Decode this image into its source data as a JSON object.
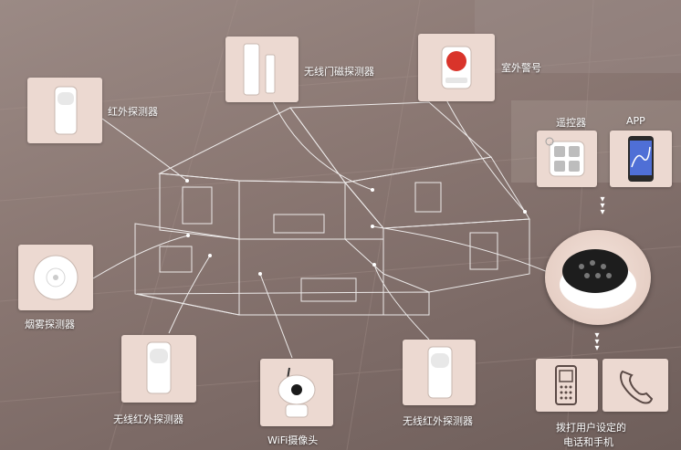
{
  "labels": {
    "infrared_detector": "红外探测器",
    "wireless_door_sensor": "无线门磁探测器",
    "outdoor_siren": "室外警号",
    "remote_control": "遥控器",
    "app": "APP",
    "smoke_detector": "烟雾探测器",
    "wireless_infrared_left": "无线红外探测器",
    "wifi_camera": "WiFi摄像头",
    "wireless_infrared_right": "无线红外探测器",
    "dial_user_phone_line1": "拨打用户设定的",
    "dial_user_phone_line2": "电话和手机"
  },
  "icons": {
    "infrared": "pir-sensor-icon",
    "door": "door-sensor-icon",
    "siren": "siren-icon",
    "remote": "remote-control-icon",
    "app": "smartphone-app-icon",
    "smoke": "smoke-detector-icon",
    "camera": "wifi-camera-icon",
    "mobile": "mobile-phone-icon",
    "phone": "telephone-handset-icon",
    "hub": "alarm-hub-icon"
  },
  "colors": {
    "tile": "#ecd9d1",
    "line": "#ffffff",
    "background": "#8a7772"
  }
}
